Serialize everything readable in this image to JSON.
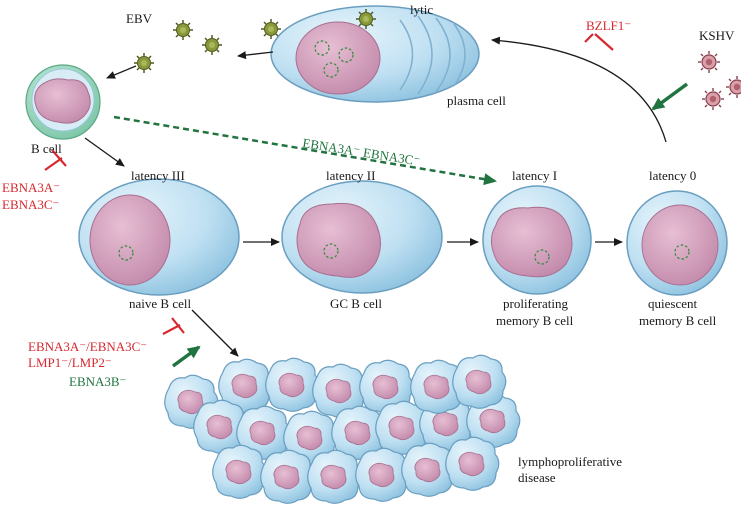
{
  "colors": {
    "black": "#1a1a1a",
    "red": "#d7282f",
    "green": "#21743f",
    "cell_blue": "#bfe0f2",
    "cell_outline": "#6a9ec0",
    "nucleus": "#cf9ab8",
    "bcell_ring": "#8ed3b8",
    "virus": "#8a9a3a",
    "kshv": "#b06070"
  },
  "labels": {
    "ebv": "EBV",
    "lytic": "lytic",
    "plasma_cell": "plasma cell",
    "kshv": "KSHV",
    "bzlf1": "BZLF1⁻",
    "b_cell": "B cell",
    "ebna3a": "EBNA3A⁻",
    "ebna3c": "EBNA3C⁻",
    "ebna3a_ebna3c_dashed": "EBNA3A⁻ EBNA3C⁻",
    "latency_iii": "latency III",
    "latency_ii": "latency II",
    "latency_i": "latency I",
    "latency_0": "latency 0",
    "naive_b_cell": "naive B cell",
    "gc_b_cell": "GC B cell",
    "proliferating_1": "proliferating",
    "proliferating_2": "memory B cell",
    "quiescent_1": "quiescent",
    "quiescent_2": "memory B cell",
    "ebna3a_ebna3c_slash": "EBNA3A⁻/EBNA3C⁻",
    "lmp": "LMP1⁻/LMP2⁻",
    "ebna3b": "EBNA3B⁻",
    "lympho_1": "lymphoproliferative",
    "lympho_2": "disease"
  }
}
